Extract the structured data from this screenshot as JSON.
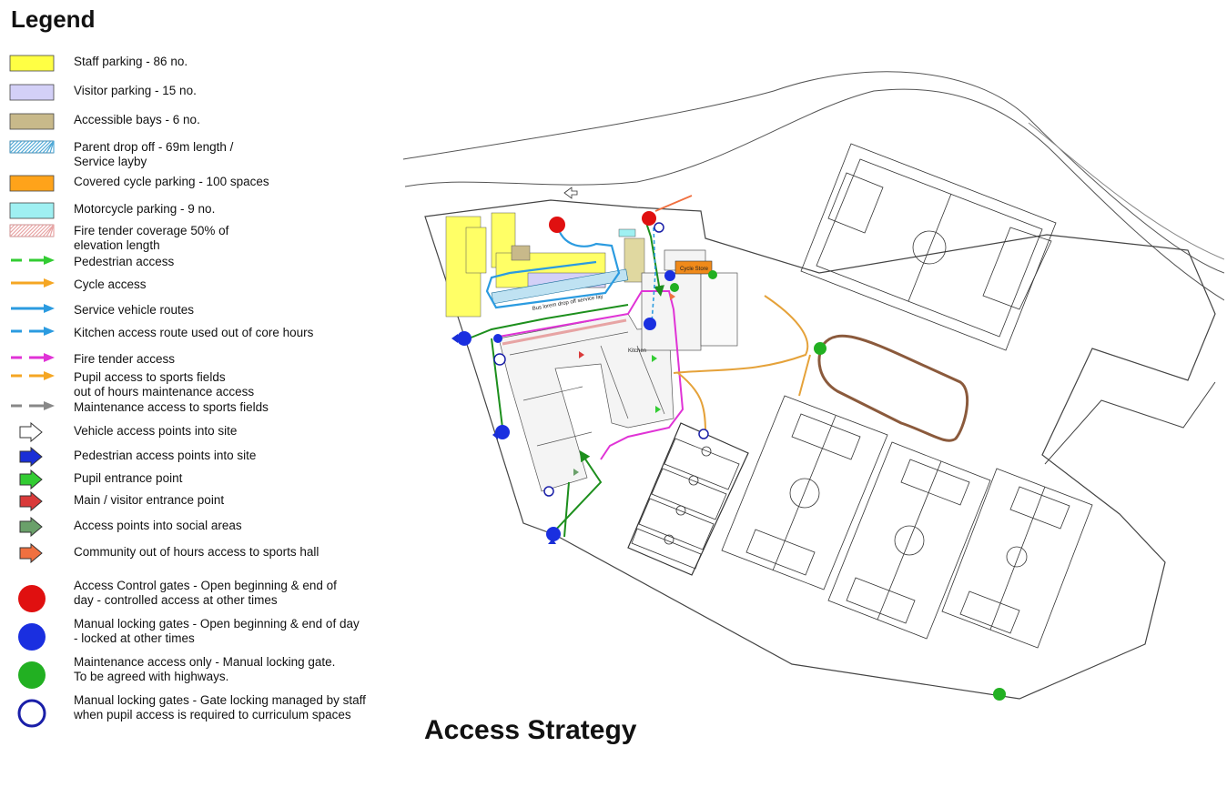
{
  "legend": {
    "title": "Legend",
    "items": [
      {
        "id": "staff-parking",
        "label": "Staff parking - 86 no.",
        "kind": "swatch",
        "color": "#ffff44",
        "border": "#444"
      },
      {
        "id": "visitor-parking",
        "label": "Visitor parking  - 15 no.",
        "kind": "swatch",
        "color": "#d3d0f7",
        "border": "#444"
      },
      {
        "id": "accessible-bays",
        "label": "Accessible bays  - 6 no.",
        "kind": "swatch",
        "color": "#c8b98a",
        "border": "#444"
      },
      {
        "id": "parent-drop-off",
        "label": "Parent drop off - 69m length /\nService layby",
        "kind": "hatch",
        "color": "#4fa8d6",
        "border": "#1a6d9a"
      },
      {
        "id": "covered-cycle-parking",
        "label": "Covered cycle parking - 100 spaces",
        "kind": "swatch",
        "color": "#ffa31a",
        "border": "#444"
      },
      {
        "id": "motorcycle-parking",
        "label": "Motorcycle parking - 9 no.",
        "kind": "swatch",
        "color": "#9ff0f2",
        "border": "#444"
      },
      {
        "id": "fire-tender-coverage",
        "label": "Fire tender coverage 50% of\nelevation length",
        "kind": "hatch",
        "color": "#e7a4a4",
        "border": "#bb7777"
      },
      {
        "id": "pedestrian-access",
        "label": "Pedestrian access",
        "kind": "dash-arrow",
        "color": "#33cc33"
      },
      {
        "id": "cycle-access",
        "label": "Cycle access",
        "kind": "line-arrow",
        "color": "#f5a623"
      },
      {
        "id": "service-vehicle-routes",
        "label": "Service  vehicle routes",
        "kind": "line-arrow",
        "color": "#2b9be0"
      },
      {
        "id": "kitchen-access-route",
        "label": "Kitchen access route used out of core hours",
        "kind": "dash-arrow",
        "color": "#2b9be0"
      },
      {
        "id": "fire-tender-access",
        "label": "Fire tender access",
        "kind": "dash-arrow",
        "color": "#e033d6"
      },
      {
        "id": "pupil-access-sports",
        "label": "Pupil access to sports fields\nout of hours maintenance access",
        "kind": "dash-arrow",
        "color": "#f5a623"
      },
      {
        "id": "maintenance-access-sports",
        "label": "Maintenance access to sports fields",
        "kind": "dash-arrow",
        "color": "#888888"
      },
      {
        "id": "vehicle-access-points",
        "label": "Vehicle access points into site",
        "kind": "block-arrow",
        "color": "#ffffff"
      },
      {
        "id": "pedestrian-access-points",
        "label": "Pedestrian access points into site",
        "kind": "block-arrow",
        "color": "#1a2fd6"
      },
      {
        "id": "pupil-entrance",
        "label": "Pupil entrance point",
        "kind": "block-arrow",
        "color": "#33cc33"
      },
      {
        "id": "main-visitor-entrance",
        "label": "Main / visitor entrance point",
        "kind": "block-arrow",
        "color": "#d93a3a"
      },
      {
        "id": "social-access-points",
        "label": "Access points into social areas",
        "kind": "block-arrow",
        "color": "#6aa06a"
      },
      {
        "id": "community-access",
        "label": "Community out of hours access to sports hall",
        "kind": "block-arrow",
        "color": "#f07040"
      },
      {
        "id": "access-control-gates",
        "label": "Access Control gates - Open beginning & end of\nday - controlled access at other times",
        "kind": "circle",
        "color": "#e01010"
      },
      {
        "id": "manual-locking-gates",
        "label": "Manual locking gates - Open beginning & end of day\n- locked at other times",
        "kind": "circle",
        "color": "#1a2fe0"
      },
      {
        "id": "maintenance-gate",
        "label": "Maintenance access only - Manual locking gate.\nTo be agreed with highways.",
        "kind": "circle",
        "color": "#22b022"
      },
      {
        "id": "staff-managed-gates",
        "label": "Manual locking gates -  Gate locking managed by staff\nwhen pupil access is required to curriculum spaces",
        "kind": "ring",
        "color": "#1a1fa8"
      }
    ]
  },
  "map": {
    "labels": {
      "drop_off": "Bus lorem drop off service lay",
      "cycle_store": "Cycle Store",
      "kitchen": "Kitchen"
    },
    "colors": {
      "boundary": "#444444",
      "pitch_lines": "#333333",
      "running_track": "#8b5a3c",
      "parking_fill": "#ffff66",
      "visitor_fill": "#d3d0f7"
    }
  },
  "page_title": "Access Strategy"
}
